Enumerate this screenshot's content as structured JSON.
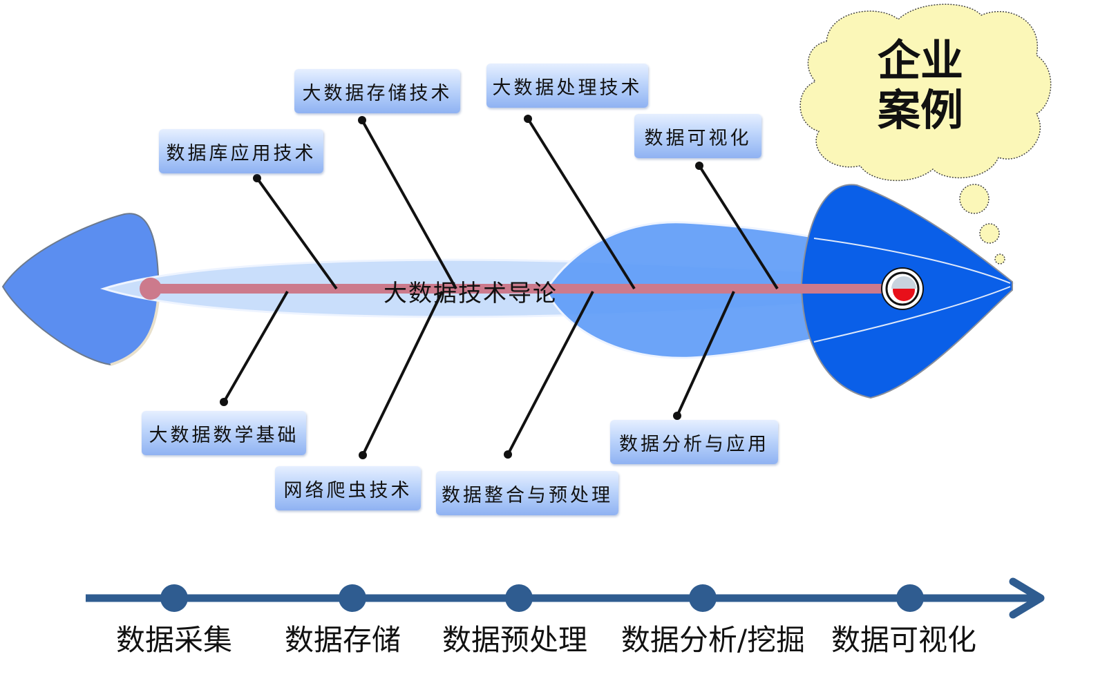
{
  "spine": {
    "label": "大数据技术导论"
  },
  "head_callout": {
    "line1": "企业",
    "line2": "案例"
  },
  "upper_topics": [
    {
      "label": "数据库应用技术"
    },
    {
      "label": "大数据存储技术"
    },
    {
      "label": "大数据处理技术"
    },
    {
      "label": "数据可视化"
    }
  ],
  "lower_topics": [
    {
      "label": "大数据数学基础"
    },
    {
      "label": "网络爬虫技术"
    },
    {
      "label": "数据整合与预处理"
    },
    {
      "label": "数据分析与应用"
    }
  ],
  "timeline": {
    "stages": [
      {
        "label": "数据采集"
      },
      {
        "label": "数据存储"
      },
      {
        "label": "数据预处理"
      },
      {
        "label": "数据分析/挖掘"
      },
      {
        "label": "数据可视化"
      }
    ]
  },
  "colors": {
    "tail": "#5b8ef0",
    "body_light": "#cde0fb",
    "body_mid": "#5f9cf7",
    "head": "#0a5fe8",
    "spine": "#cc7a8c",
    "timeline": "#2f5c90",
    "cloud": "#fbf7b8"
  }
}
